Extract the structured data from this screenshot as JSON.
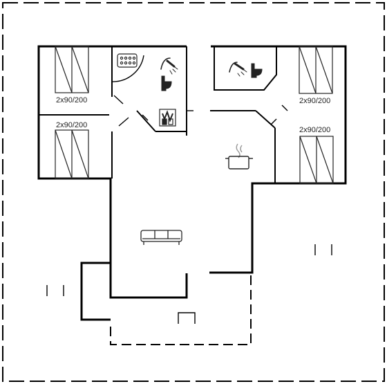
{
  "plan": {
    "colors": {
      "wall": "#000000",
      "line": "#222222",
      "background": "#ffffff"
    },
    "beds": [
      {
        "label": "2x90/200"
      },
      {
        "label": "2x90/200"
      },
      {
        "label": "2x90/200"
      },
      {
        "label": "2x90/200"
      }
    ],
    "icons": [
      "shower-icon",
      "toilet-icon",
      "hob-icon",
      "washing-machine-icon",
      "cooking-pot-icon",
      "sofa-icon"
    ]
  }
}
